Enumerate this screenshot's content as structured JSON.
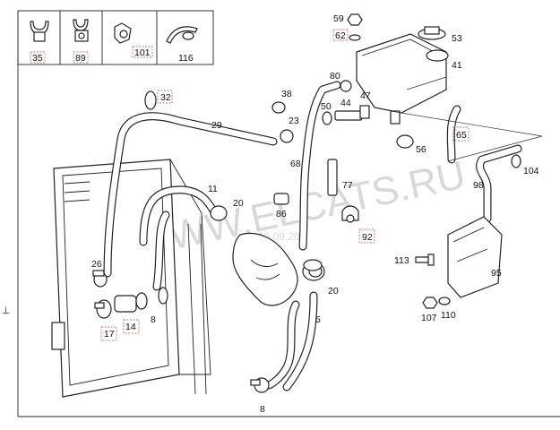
{
  "colors": {
    "line": "#222222",
    "label": "#111111",
    "callout_box": "#d04040",
    "watermark": "#c8c8c8",
    "background": "#ffffff"
  },
  "watermark": {
    "text": "WWW.ELCATS.RU",
    "date": "16.09.20"
  },
  "legend_boxes": [
    {
      "label": "35",
      "icon": "clamp-clip-icon"
    },
    {
      "label": "89",
      "icon": "double-clip-icon"
    },
    {
      "label": "101",
      "icon": "hose-holder-icon"
    },
    {
      "label": "116",
      "icon": "cable-tie-icon"
    }
  ],
  "callouts": {
    "c59": "59",
    "c62": "62",
    "c53": "53",
    "c41": "41",
    "c80": "80",
    "c38": "38",
    "c44": "44",
    "c47": "47",
    "c50": "50",
    "c23": "23",
    "c32": "32",
    "c29": "29",
    "c65": "65",
    "c56": "56",
    "c68": "68",
    "c104": "104",
    "c98": "98",
    "c11": "11",
    "c20a": "20",
    "c86": "86",
    "c77": "77",
    "c92": "92",
    "c26": "26",
    "c113": "113",
    "c95": "95",
    "c20b": "20",
    "c14": "14",
    "c17": "17",
    "c8a": "8",
    "c5": "5",
    "c107": "107",
    "c110": "110",
    "c8b": "8"
  }
}
